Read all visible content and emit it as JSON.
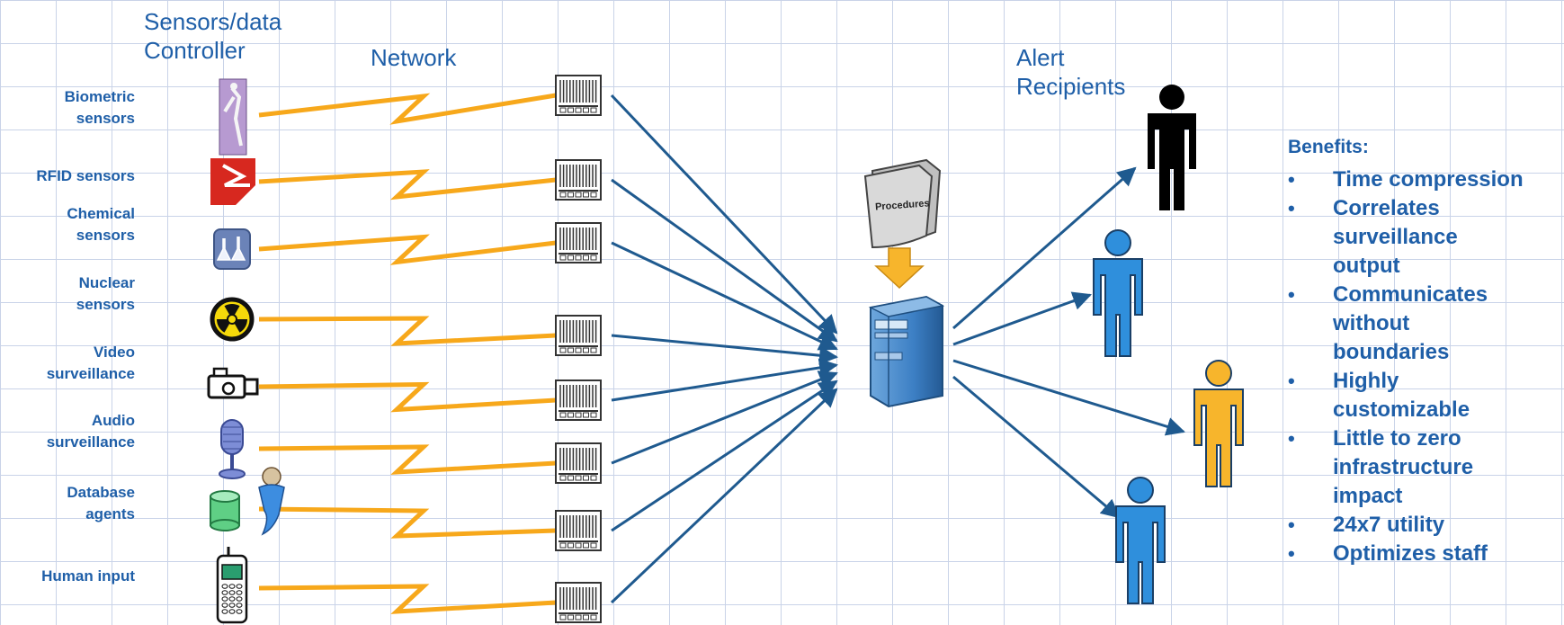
{
  "headers": {
    "sensors_controller": [
      "Sensors/data",
      "Controller"
    ],
    "network": "Network",
    "alert_recipients": [
      "Alert",
      "Recipients"
    ]
  },
  "sensors": [
    {
      "label": [
        "Biometric",
        "sensors"
      ],
      "icon": "biometric-figure-icon"
    },
    {
      "label": [
        "RFID sensors"
      ],
      "icon": "rfid-tag-icon"
    },
    {
      "label": [
        "Chemical",
        "sensors"
      ],
      "icon": "chemical-flask-icon"
    },
    {
      "label": [
        "Nuclear",
        "sensors"
      ],
      "icon": "radiation-icon"
    },
    {
      "label": [
        "Video",
        "surveillance"
      ],
      "icon": "video-camera-icon"
    },
    {
      "label": [
        "Audio",
        "surveillance"
      ],
      "icon": "microphone-icon"
    },
    {
      "label": [
        "Database",
        "agents"
      ],
      "icon": "database-genie-icon"
    },
    {
      "label": [
        "Human input"
      ],
      "icon": "mobile-phone-icon"
    }
  ],
  "procedures_label": "Procedures",
  "benefits": {
    "title": "Benefits:",
    "items": [
      [
        "Time compression"
      ],
      [
        "Correlates",
        "surveillance",
        "output"
      ],
      [
        "Communicates",
        "without",
        "boundaries"
      ],
      [
        "Highly",
        "customizable"
      ],
      [
        "Little to zero",
        "infrastructure",
        "impact"
      ],
      [
        "24x7 utility"
      ],
      [
        "Optimizes staff"
      ]
    ]
  },
  "recipients": [
    {
      "color": "#000000"
    },
    {
      "color": "#2f8fdc"
    },
    {
      "color": "#f7b52c"
    },
    {
      "color": "#2f8fdc"
    }
  ],
  "colors": {
    "label_text": "#1f5fa8",
    "bolt": "#f7a81b",
    "arrow": "#1f5a8f",
    "grid": "#c9d3e8",
    "server": "#3c7fc4"
  }
}
